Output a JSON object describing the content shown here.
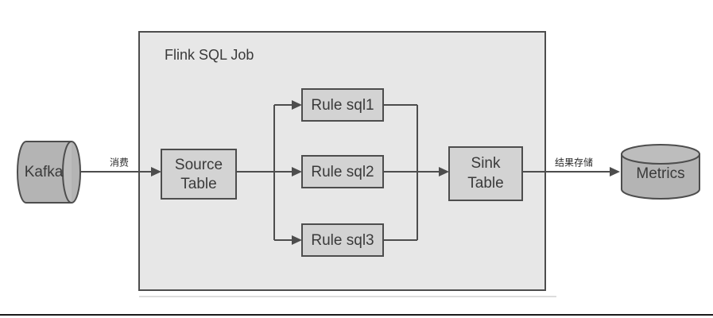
{
  "diagram": {
    "title_label": "Flink SQL Job",
    "colors": {
      "box_fill": "#d3d3d3",
      "group_fill": "#e7e7e7",
      "cylinder_fill": "#b4b4b4",
      "stroke": "#4d4d4d",
      "text": "#3a3a3a",
      "background": "#ffffff"
    },
    "nodes": {
      "kafka": {
        "label": "Kafka",
        "shape": "cylinder-horizontal"
      },
      "source_table": {
        "label_line1": "Source",
        "label_line2": "Table",
        "shape": "rectangle"
      },
      "rule_sql1": {
        "label": "Rule sql1",
        "shape": "rectangle"
      },
      "rule_sql2": {
        "label": "Rule sql2",
        "shape": "rectangle"
      },
      "rule_sql3": {
        "label": "Rule sql3",
        "shape": "rectangle"
      },
      "sink_table": {
        "label_line1": "Sink",
        "label_line2": "Table",
        "shape": "rectangle"
      },
      "metrics": {
        "label": "Metrics",
        "shape": "cylinder-vertical"
      }
    },
    "edges": {
      "kafka_to_source": {
        "label": "消费"
      },
      "sink_to_metrics": {
        "label": "结果存储"
      }
    }
  }
}
